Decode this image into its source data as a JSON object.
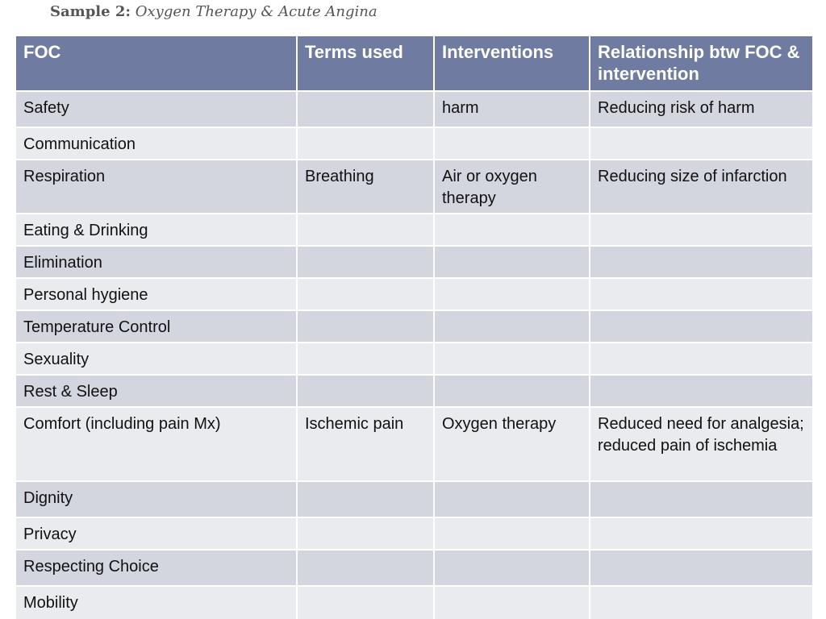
{
  "title": {
    "lead": "Sample 2:",
    "rest": "Oxygen Therapy & Acute Angina"
  },
  "table": {
    "headers": [
      "FOC",
      "Terms used",
      "Interventions",
      "Relationship btw FOC  & intervention"
    ],
    "rows": [
      [
        "Safety",
        "",
        "harm",
        "Reducing risk of harm"
      ],
      [
        "Communication",
        "",
        "",
        ""
      ],
      [
        "Respiration",
        "Breathing",
        "Air or oxygen therapy",
        "Reducing size of infarction"
      ],
      [
        "Eating & Drinking",
        "",
        "",
        ""
      ],
      [
        "Elimination",
        "",
        "",
        ""
      ],
      [
        "Personal hygiene",
        "",
        "",
        ""
      ],
      [
        "Temperature Control",
        "",
        "",
        ""
      ],
      [
        "Sexuality",
        "",
        "",
        ""
      ],
      [
        "Rest & Sleep",
        "",
        "",
        ""
      ],
      [
        "Comfort (including pain Mx)",
        "Ischemic pain",
        "Oxygen therapy",
        "Reduced need for analgesia; reduced pain of ischemia"
      ],
      [
        "Dignity",
        "",
        "",
        ""
      ],
      [
        "Privacy",
        "",
        "",
        ""
      ],
      [
        "Respecting Choice",
        "",
        "",
        ""
      ],
      [
        "Mobility",
        "",
        "",
        ""
      ]
    ]
  },
  "colors": {
    "header_bg": "#6f7ba0",
    "row_dark": "#d3d6df",
    "row_light": "#eaebef"
  }
}
